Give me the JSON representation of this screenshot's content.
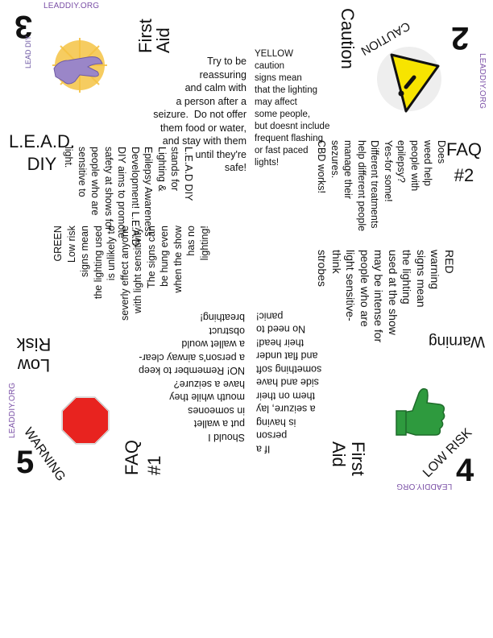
{
  "site": "LEADDIY.ORG",
  "top_left": {
    "panel_number": "3",
    "logo_text": "LEAD DIY",
    "logo_subtext": "...",
    "site": "LEADDIY.ORG"
  },
  "first_aid_top": {
    "title": "First\nAid",
    "text": "Try to be\nreassuring\nand calm with\na person after a\nseizure.  Do not offer\nthem food or water,\nand stay with them\nuntil they're\nsafe!"
  },
  "caution": {
    "title": "Caution",
    "yellow_text": "YELLOW\ncaution\nsigns mean\nthat the lighting\nmay affect\nsome people,\nbut doesnt include\nfrequent flashing\nor fast paced\nlights!",
    "sign_label": "CAUTION",
    "panel_number": "2",
    "site": "LEADDIY.ORG",
    "sign_color": "#f7e400"
  },
  "lead_diy": {
    "title": "L.E.A.D.\nDIY",
    "about": "L.E.A.D DIY\nstands for\nLighting &\nEpilepsy Awareness\nDevelopment! L.E.A.D\nDIY aims to promote\nsafety at shows for\npeople who are\nsensitive to\nlight.",
    "green": "GREEN\nLow risk\nsigns mean\nthe lighting used\nis unlikely to\nseverly effect anyone\nwith light sensitivity.\nThe signs can\nbe hung even\nwhen the show\nhas no\nlighting!"
  },
  "faq2": {
    "title": "FAQ\n#2",
    "text": "Does\nweed help\npeople with\nepilepsy?\nYes-for some!\nDifferent treatments\nhelp different people\nmanage their\nsezures.\nCBD works!"
  },
  "warning_right": {
    "red": "RED\nwarning\nsigns mean\nthe lighting\nused at the show\nmay be intense for\npeople who are\nlight sensitive-\nthink\nstrobes",
    "label": "Warning"
  },
  "low_risk_left": {
    "label": "Low\nRisk"
  },
  "faq1": {
    "title": "FAQ\n#1",
    "text": "Should I\nput a wallet\nin someones\nmouth while they\nhave a seizure?\nNO! Remember to keep\na person's airway clear-\na wallet would\nobstruct\nbreathing!"
  },
  "first_aid_bottom": {
    "title": "First\nAid",
    "text": "If a\nperson\nis having\na seizure, lay\nthem on their\nside and have\nsomething soft\nand flat under\ntheir head!\nNo need to\npanic!"
  },
  "bottom_left": {
    "label": "WARNING",
    "panel_number": "5",
    "site": "LEADDIY.ORG",
    "sign_color": "#e8231f"
  },
  "bottom_right": {
    "label": "LOW RISK",
    "panel_number": "4",
    "site": "LEADDIY.ORG",
    "sign_color": "#2e9a3e"
  }
}
